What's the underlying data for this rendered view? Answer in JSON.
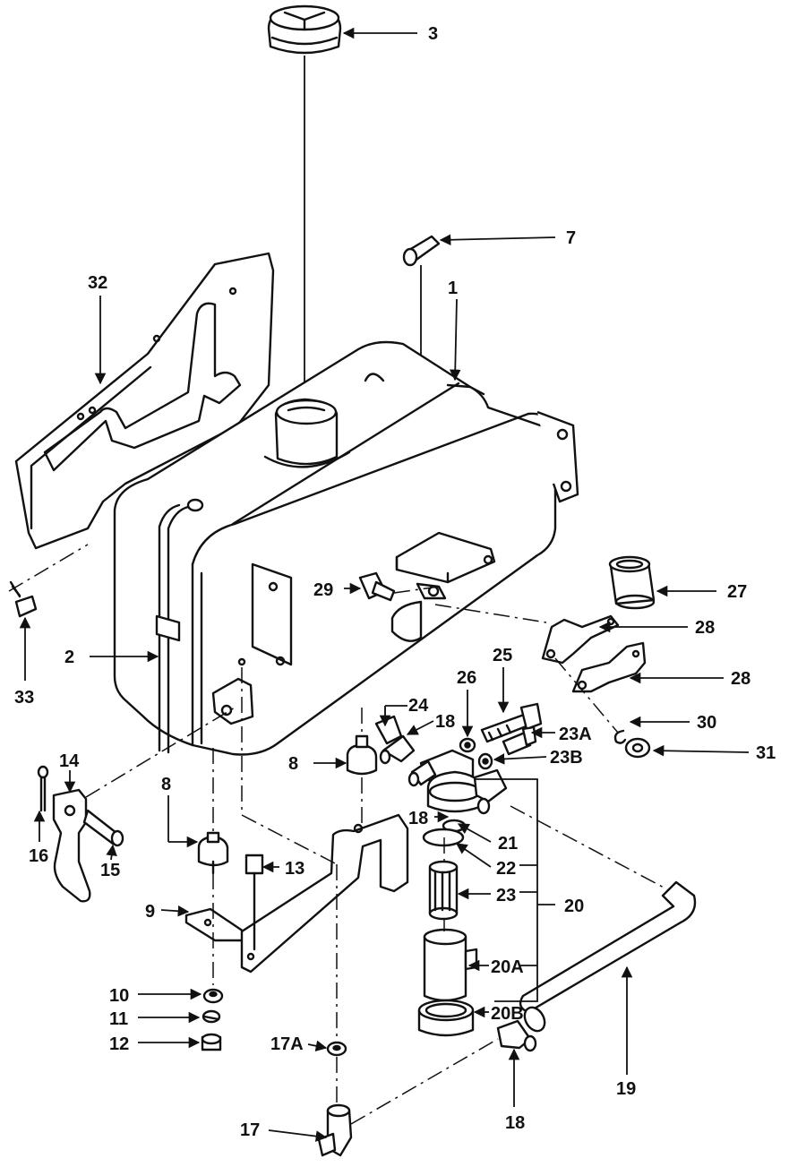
{
  "callouts": {
    "c3": "3",
    "c7": "7",
    "c1": "1",
    "c32": "32",
    "c27": "27",
    "c29": "29",
    "c28a": "28",
    "c28b": "28",
    "c25": "25",
    "c26": "26",
    "c24": "24",
    "c18a": "18",
    "c23A": "23A",
    "c23B": "23B",
    "c30": "30",
    "c31": "31",
    "c2": "2",
    "c33": "33",
    "c14": "14",
    "c8a": "8",
    "c8b": "8",
    "c16": "16",
    "c15": "15",
    "c13": "13",
    "c9": "9",
    "c18b": "18",
    "c21": "21",
    "c22": "22",
    "c23": "23",
    "c20": "20",
    "c20A": "20A",
    "c20B": "20B",
    "c10": "10",
    "c11": "11",
    "c12": "12",
    "c17A": "17A",
    "c17": "17",
    "c18c": "18",
    "c19": "19"
  }
}
